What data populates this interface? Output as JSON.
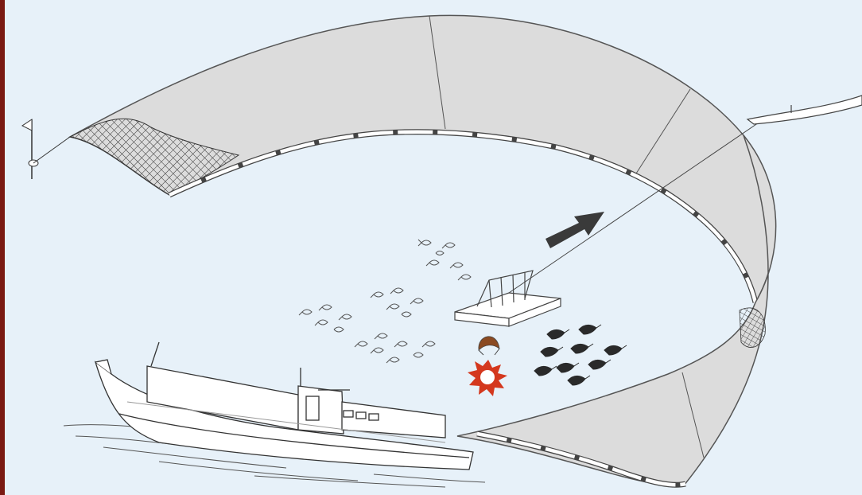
{
  "diagram": {
    "type": "purse-seine-fishing-illustration",
    "colors": {
      "water": "#e7f1f9",
      "border": "#7a1a12",
      "net": "#dddddd",
      "net_outline": "#555555",
      "mesh": "#333333",
      "arrow": "#3a3a3a",
      "light_burst": "#d4381e",
      "lamp": "#8a4a22",
      "boat_fill": "#ffffff"
    },
    "elements": [
      {
        "name": "purse-seine-net",
        "icon": "net-wall"
      },
      {
        "name": "net-mesh-detail",
        "icon": "mesh"
      },
      {
        "name": "marker-buoy-flag",
        "icon": "flag-buoy"
      },
      {
        "name": "skiff-boat",
        "icon": "small-boat"
      },
      {
        "name": "seiner-vessel",
        "icon": "fishing-boat"
      },
      {
        "name": "light-raft",
        "icon": "raft"
      },
      {
        "name": "fish-school",
        "icon": "fish"
      },
      {
        "name": "shrimp-school",
        "icon": "shrimp"
      },
      {
        "name": "attraction-lamp",
        "icon": "lamp"
      },
      {
        "name": "light-burst",
        "icon": "starburst"
      },
      {
        "name": "direction-arrow",
        "icon": "arrow"
      }
    ]
  }
}
